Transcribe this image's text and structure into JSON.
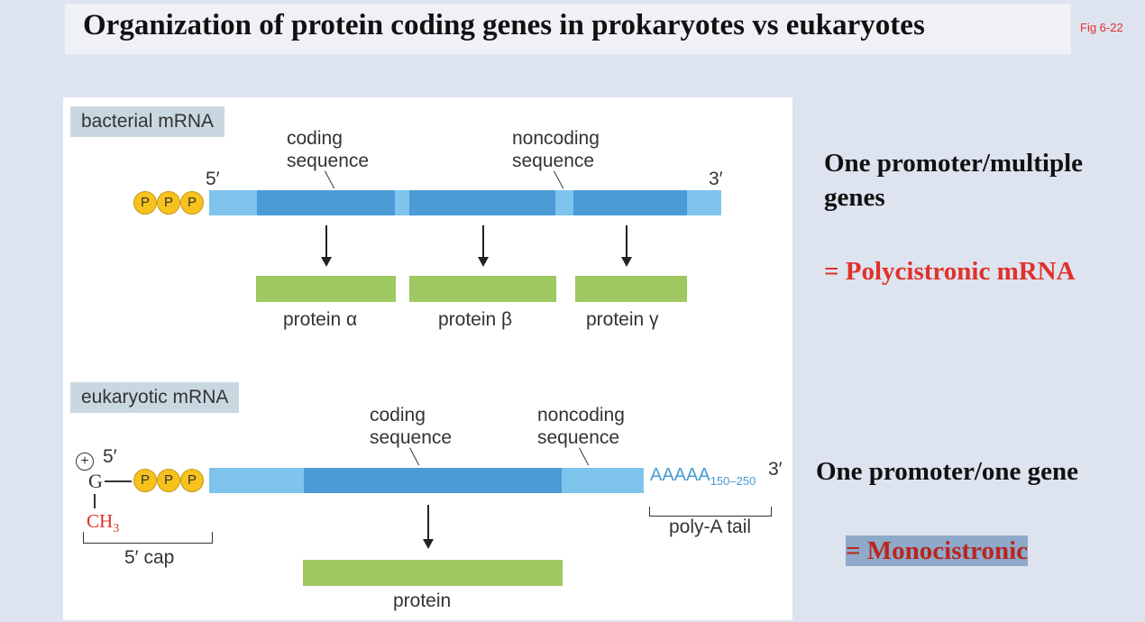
{
  "title": "Organization of protein coding genes in prokaryotes vs eukaryotes",
  "fig_ref": "Fig 6-22",
  "bacterial": {
    "tag": "bacterial mRNA",
    "five_prime": "5′",
    "three_prime": "3′",
    "phosphates": [
      "P",
      "P",
      "P"
    ],
    "coding_label": [
      "coding",
      "sequence"
    ],
    "noncoding_label": [
      "noncoding",
      "sequence"
    ],
    "proteins": [
      "protein α",
      "protein β",
      "protein γ"
    ]
  },
  "eukaryotic": {
    "tag": "eukaryotic mRNA",
    "five_prime": "5′",
    "three_prime": "3′",
    "charge": "+",
    "guanine": "G",
    "methyl": "CH",
    "methyl_sub": "3",
    "phosphates": [
      "P",
      "P",
      "P"
    ],
    "cap_label": "5′ cap",
    "coding_label": [
      "coding",
      "sequence"
    ],
    "noncoding_label": [
      "noncoding",
      "sequence"
    ],
    "polyA": "AAAAA",
    "polyA_sub": "150–250",
    "polyA_label": "poly-A tail",
    "protein": "protein"
  },
  "annotations": {
    "bacterial_line1": "One promoter/multiple",
    "bacterial_line2": "genes",
    "polycistronic": "= Polycistronic mRNA",
    "eukaryotic": "One promoter/one gene",
    "monocistronic": "= Monocistronic"
  },
  "colors": {
    "light_blue": "#7fc4ed",
    "dark_blue": "#4b9bd4",
    "green": "#9fc862",
    "phosphate": "#f7c21c",
    "red": "#e0322a",
    "dark_red": "#b8261f",
    "highlight": "#8ea9c9"
  }
}
